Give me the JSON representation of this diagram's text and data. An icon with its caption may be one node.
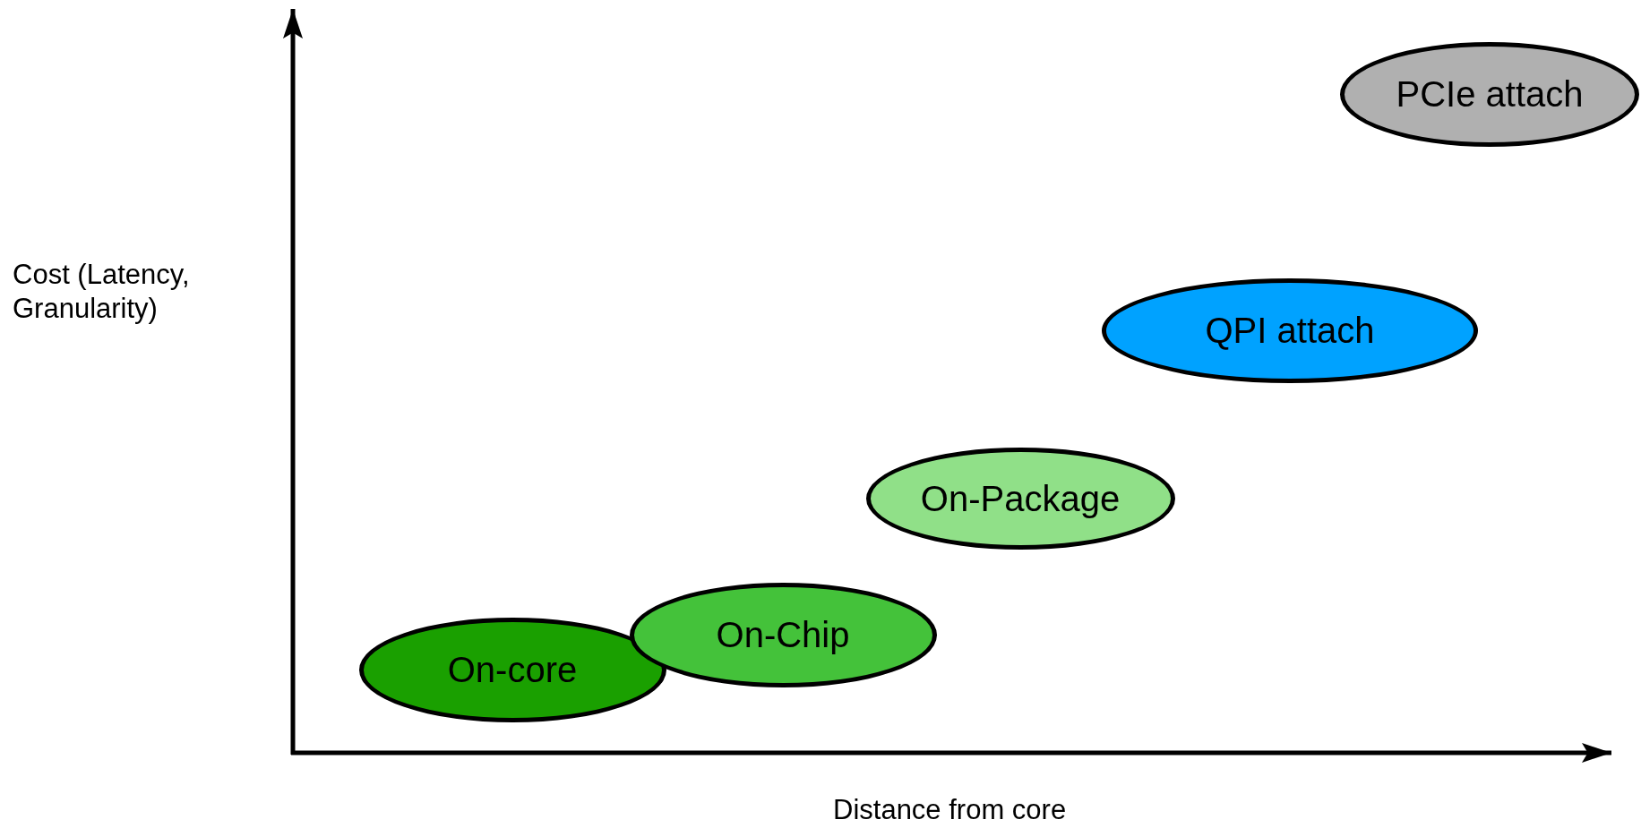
{
  "diagram": {
    "nodes": [
      {
        "text": [
          "On-core"
        ]
      },
      {
        "text": [
          "On-Chip"
        ]
      },
      {
        "text": [
          "On-Package"
        ]
      },
      {
        "text": [
          "QPI attach"
        ]
      },
      {
        "text": [
          "PCIe attach"
        ]
      }
    ],
    "labels": [
      "Cost (Latency, Granularity)",
      "Distance from core"
    ]
  }
}
